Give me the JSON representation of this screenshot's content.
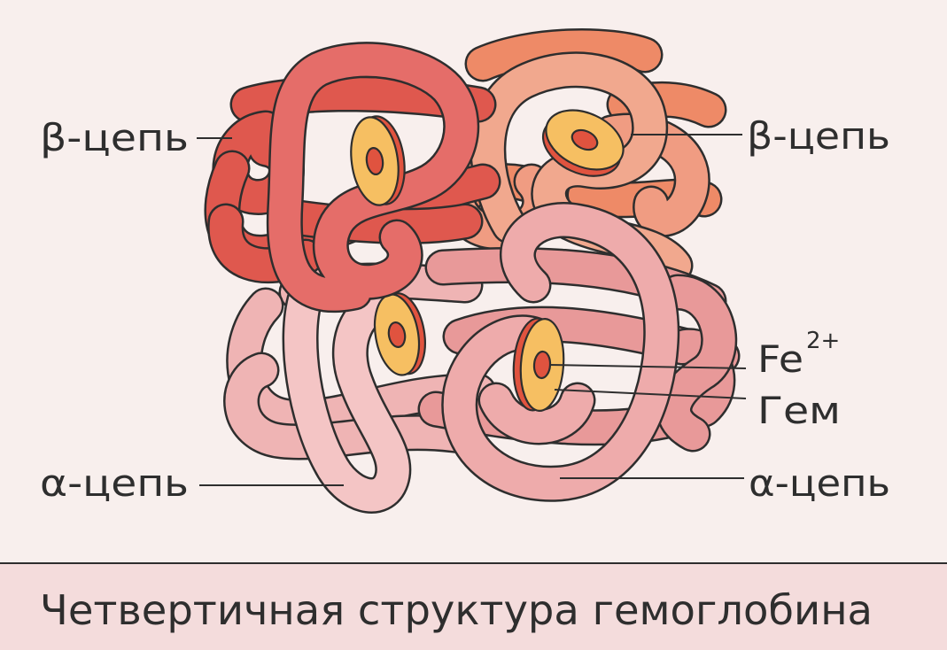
{
  "labels": {
    "beta_left": "β-цепь",
    "beta_right": "β-цепь",
    "alpha_left": "α-цепь",
    "alpha_right": "α-цепь",
    "iron": "Fe",
    "iron_charge": "2+",
    "heme": "Гем"
  },
  "caption": "Четвертичная структура гемоглобина",
  "colors": {
    "background": "#f8efed",
    "band": "#f4dcdc",
    "ink": "#2e2e2e",
    "beta_left": "#e56d69",
    "beta_left_dark": "#df584e",
    "beta_right": "#f1a88e",
    "beta_right_mid": "#f09c82",
    "beta_right_dark": "#ee8a67",
    "alpha_left": "#f4c5c5",
    "alpha_left_dark": "#efb4b4",
    "alpha_right": "#eeabab",
    "alpha_right_dark": "#e89999",
    "heme": "#f6bf62",
    "heme_rim": "#e0533f"
  }
}
